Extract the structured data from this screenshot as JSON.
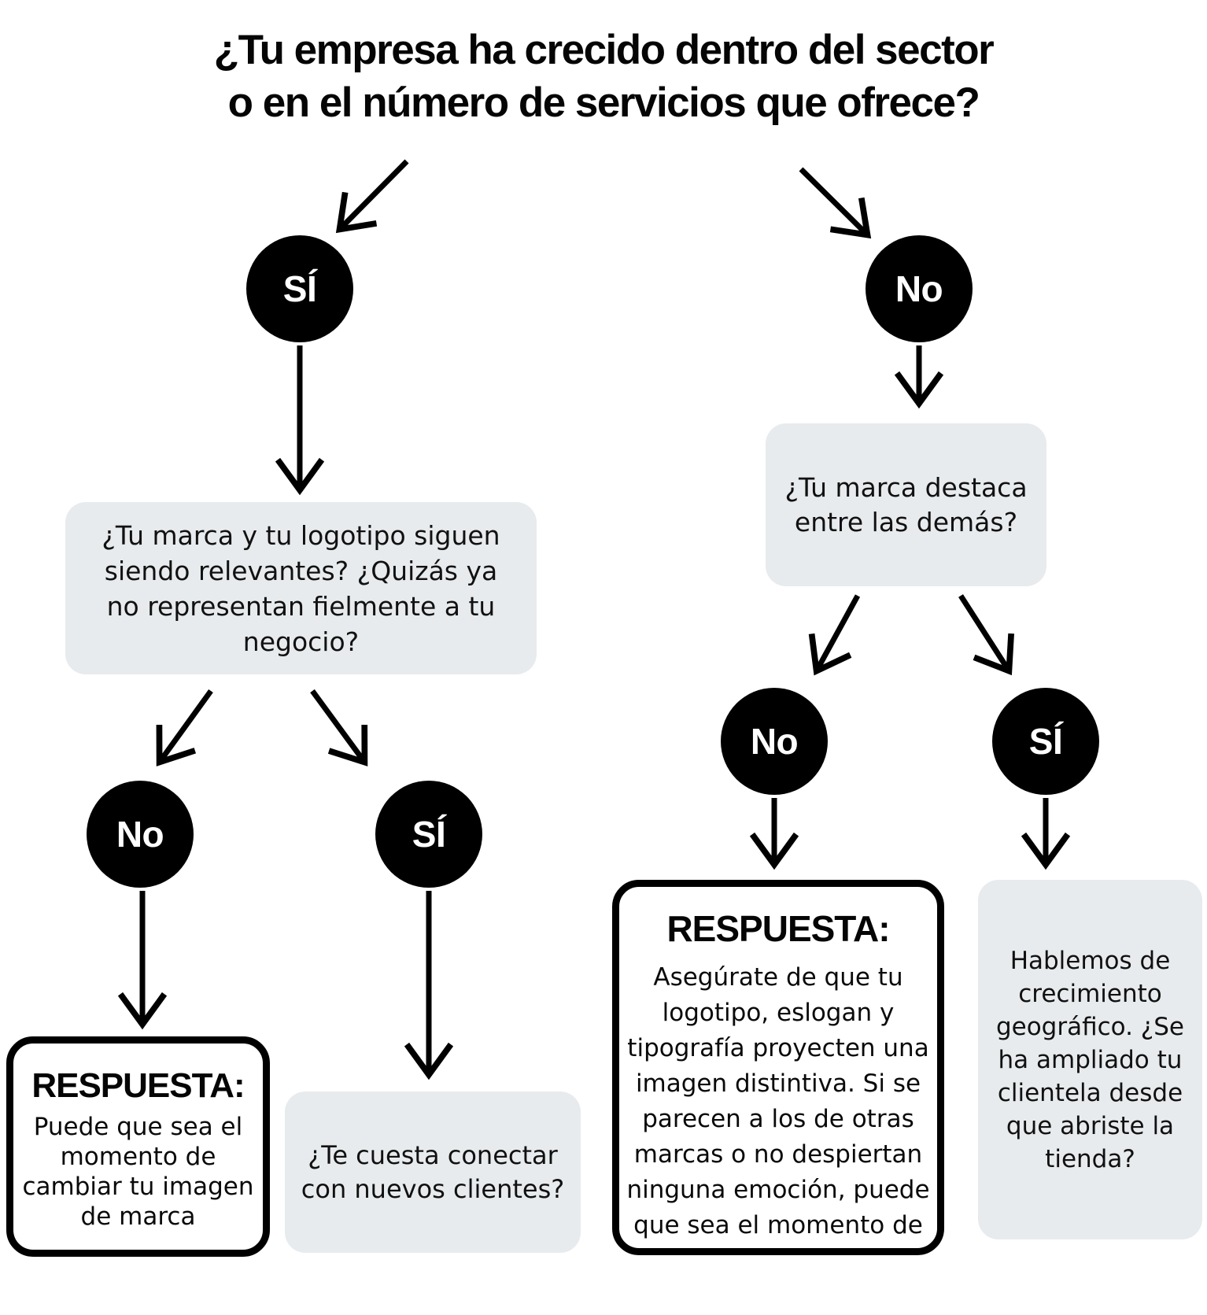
{
  "colors": {
    "background": "#ffffff",
    "question_box_bg": "#e8ebed",
    "node_bg": "#000000",
    "node_text": "#ffffff",
    "text": "#0a0a0a",
    "answer_border": "#000000"
  },
  "title": {
    "line1": "¿Tu empresa ha crecido dentro del sector",
    "line2": "o en el número de servicios que ofrece?"
  },
  "root": {
    "yes": {
      "label": "SÍ",
      "question": "¿Tu marca y tu logotipo siguen\nsiendo relevantes? ¿Quizás ya\nno representan fielmente a tu\nnegocio?",
      "no": {
        "label": "No",
        "answer_heading": "RESPUESTA:",
        "answer": "Puede que sea el\nmomento de\ncambiar tu imagen\nde marca"
      },
      "yes": {
        "label": "SÍ",
        "question": "¿Te cuesta conectar\ncon nuevos clientes?"
      }
    },
    "no": {
      "label": "No",
      "question": "¿Tu marca destaca\nentre las demás?",
      "no": {
        "label": "No",
        "answer_heading": "RESPUESTA:",
        "answer": "Asegúrate de que tu\nlogotipo, eslogan y\ntipografía proyecten una\nimagen distintiva. Si se\nparecen a los de otras\nmarcas o no despiertan\nninguna emoción, puede\nque sea el momento de"
      },
      "yes": {
        "label": "SÍ",
        "question": "Hablemos de\ncrecimiento\ngeográfico. ¿Se\nha ampliado tu\nclientela desde\nque abriste la\ntienda?"
      }
    }
  }
}
